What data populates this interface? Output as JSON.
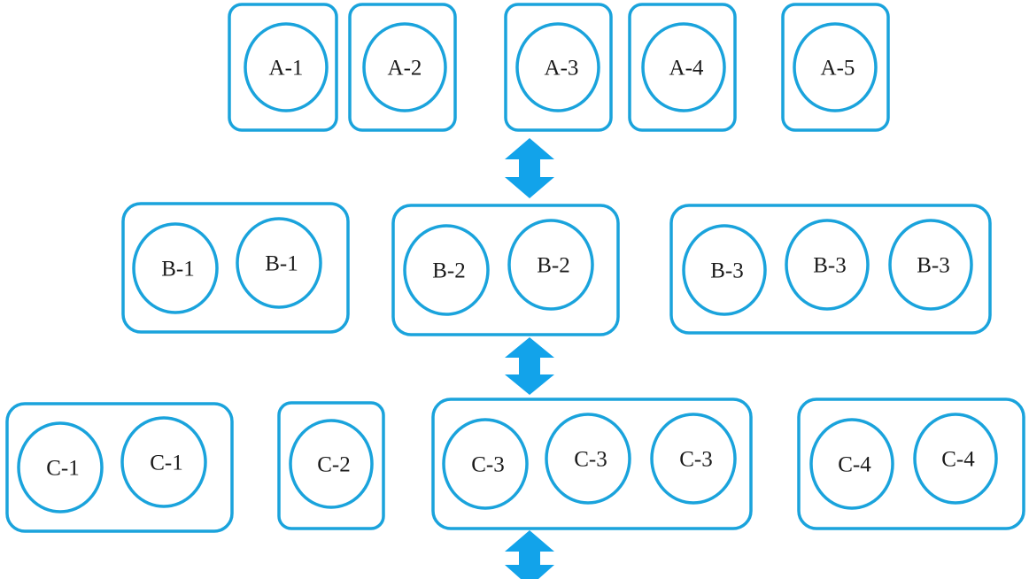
{
  "colors": {
    "stroke": "#1aa3dc",
    "arrow": "#12a3ea",
    "text": "#1a1a1a"
  },
  "rows": [
    {
      "id": "A",
      "groups": [
        {
          "nodes": [
            "A-1"
          ]
        },
        {
          "nodes": [
            "A-2"
          ]
        },
        {
          "nodes": [
            "A-3"
          ]
        },
        {
          "nodes": [
            "A-4"
          ]
        },
        {
          "nodes": [
            "A-5"
          ]
        }
      ]
    },
    {
      "id": "B",
      "groups": [
        {
          "nodes": [
            "B-1",
            "B-1"
          ]
        },
        {
          "nodes": [
            "B-2",
            "B-2"
          ]
        },
        {
          "nodes": [
            "B-3",
            "B-3",
            "B-3"
          ]
        }
      ]
    },
    {
      "id": "C",
      "groups": [
        {
          "nodes": [
            "C-1",
            "C-1"
          ]
        },
        {
          "nodes": [
            "C-2"
          ]
        },
        {
          "nodes": [
            "C-3",
            "C-3",
            "C-3"
          ]
        },
        {
          "nodes": [
            "C-4",
            "C-4"
          ]
        }
      ]
    }
  ],
  "arrows": [
    {
      "icon": "double-arrow-vertical-icon",
      "between": [
        "A",
        "B"
      ]
    },
    {
      "icon": "double-arrow-vertical-icon",
      "between": [
        "B",
        "C"
      ]
    },
    {
      "icon": "double-arrow-vertical-icon",
      "between": [
        "C",
        "next"
      ]
    }
  ]
}
